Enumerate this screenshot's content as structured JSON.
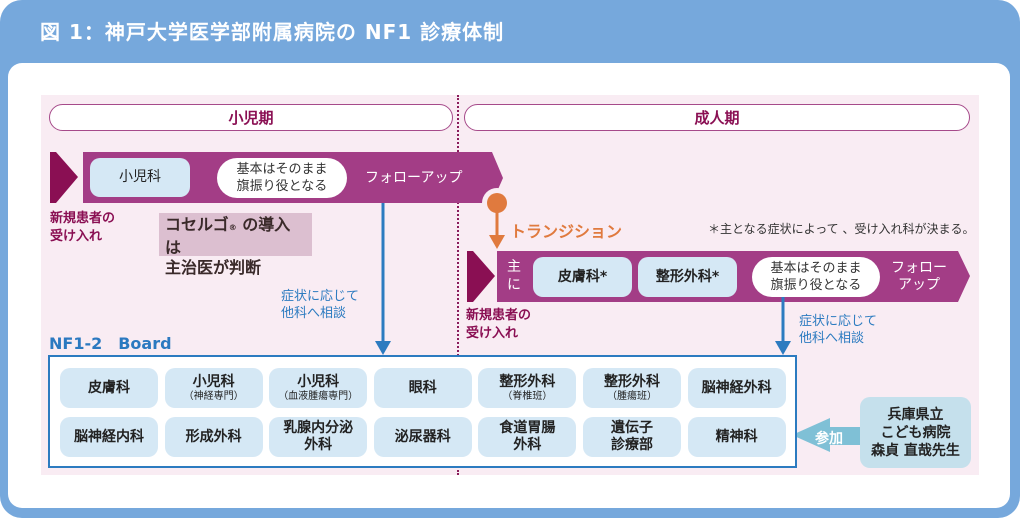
{
  "title": "図 1：神戸大学医学部附属病院の NF1 診療体制",
  "colors": {
    "frame_blue": "#76a8dc",
    "panel_pink": "#f9ecf3",
    "band_purple": "#a33d86",
    "marker_maroon": "#8a0f53",
    "cell_blue": "#d5e8f5",
    "link_blue": "#2c7bc0",
    "transition_orange": "#e07a3e",
    "note_pink": "#dcbfd0",
    "hyogo_blue": "#c5e0ec",
    "join_arrow": "#7fc0d6"
  },
  "periods": {
    "child": "小児期",
    "adult": "成人期"
  },
  "child_flow": {
    "department": "小児科",
    "role": [
      "基本はそのまま",
      "旗振り役となる"
    ],
    "followup": "フォローアップ",
    "intake": [
      "新規患者の",
      "受け入れ"
    ],
    "koselugo_note": [
      "コセルゴ",
      "®",
      " の導入は",
      "主治医が判断"
    ],
    "consult": [
      "症状に応じて",
      "他科へ相談"
    ]
  },
  "transition": {
    "label": "トランジション"
  },
  "adult_flow": {
    "main_label": [
      "主",
      "に"
    ],
    "departments": [
      "皮膚科*",
      "整形外科*"
    ],
    "role": [
      "基本はそのまま",
      "旗振り役となる"
    ],
    "followup": [
      "フォロー",
      "アップ"
    ],
    "intake": [
      "新規患者の",
      "受け入れ"
    ],
    "consult": [
      "症状に応じて",
      "他科へ相談"
    ],
    "footnote": "＊主となる症状によって 、受け入れ科が決まる。"
  },
  "board": {
    "label": "NF1-2　Board",
    "cells": [
      {
        "main": "皮膚科",
        "sub": ""
      },
      {
        "main": "小児科",
        "sub": "（神経専門）"
      },
      {
        "main": "小児科",
        "sub": "（血液腫瘍専門）"
      },
      {
        "main": "眼科",
        "sub": ""
      },
      {
        "main": "整形外科",
        "sub": "（脊椎班）"
      },
      {
        "main": "整形外科",
        "sub": "（腫瘍班）"
      },
      {
        "main": "脳神経外科",
        "sub": ""
      },
      {
        "main": "脳神経内科",
        "sub": ""
      },
      {
        "main": "形成外科",
        "sub": ""
      },
      {
        "main": "乳腺内分泌\n外科",
        "sub": ""
      },
      {
        "main": "泌尿器科",
        "sub": ""
      },
      {
        "main": "食道胃腸\n外科",
        "sub": ""
      },
      {
        "main": "遺伝子\n診療部",
        "sub": ""
      },
      {
        "main": "精神科",
        "sub": ""
      }
    ]
  },
  "external": {
    "join_label": "参加",
    "lines": [
      "兵庫県立",
      "こども病院",
      "森貞 直哉先生"
    ]
  }
}
